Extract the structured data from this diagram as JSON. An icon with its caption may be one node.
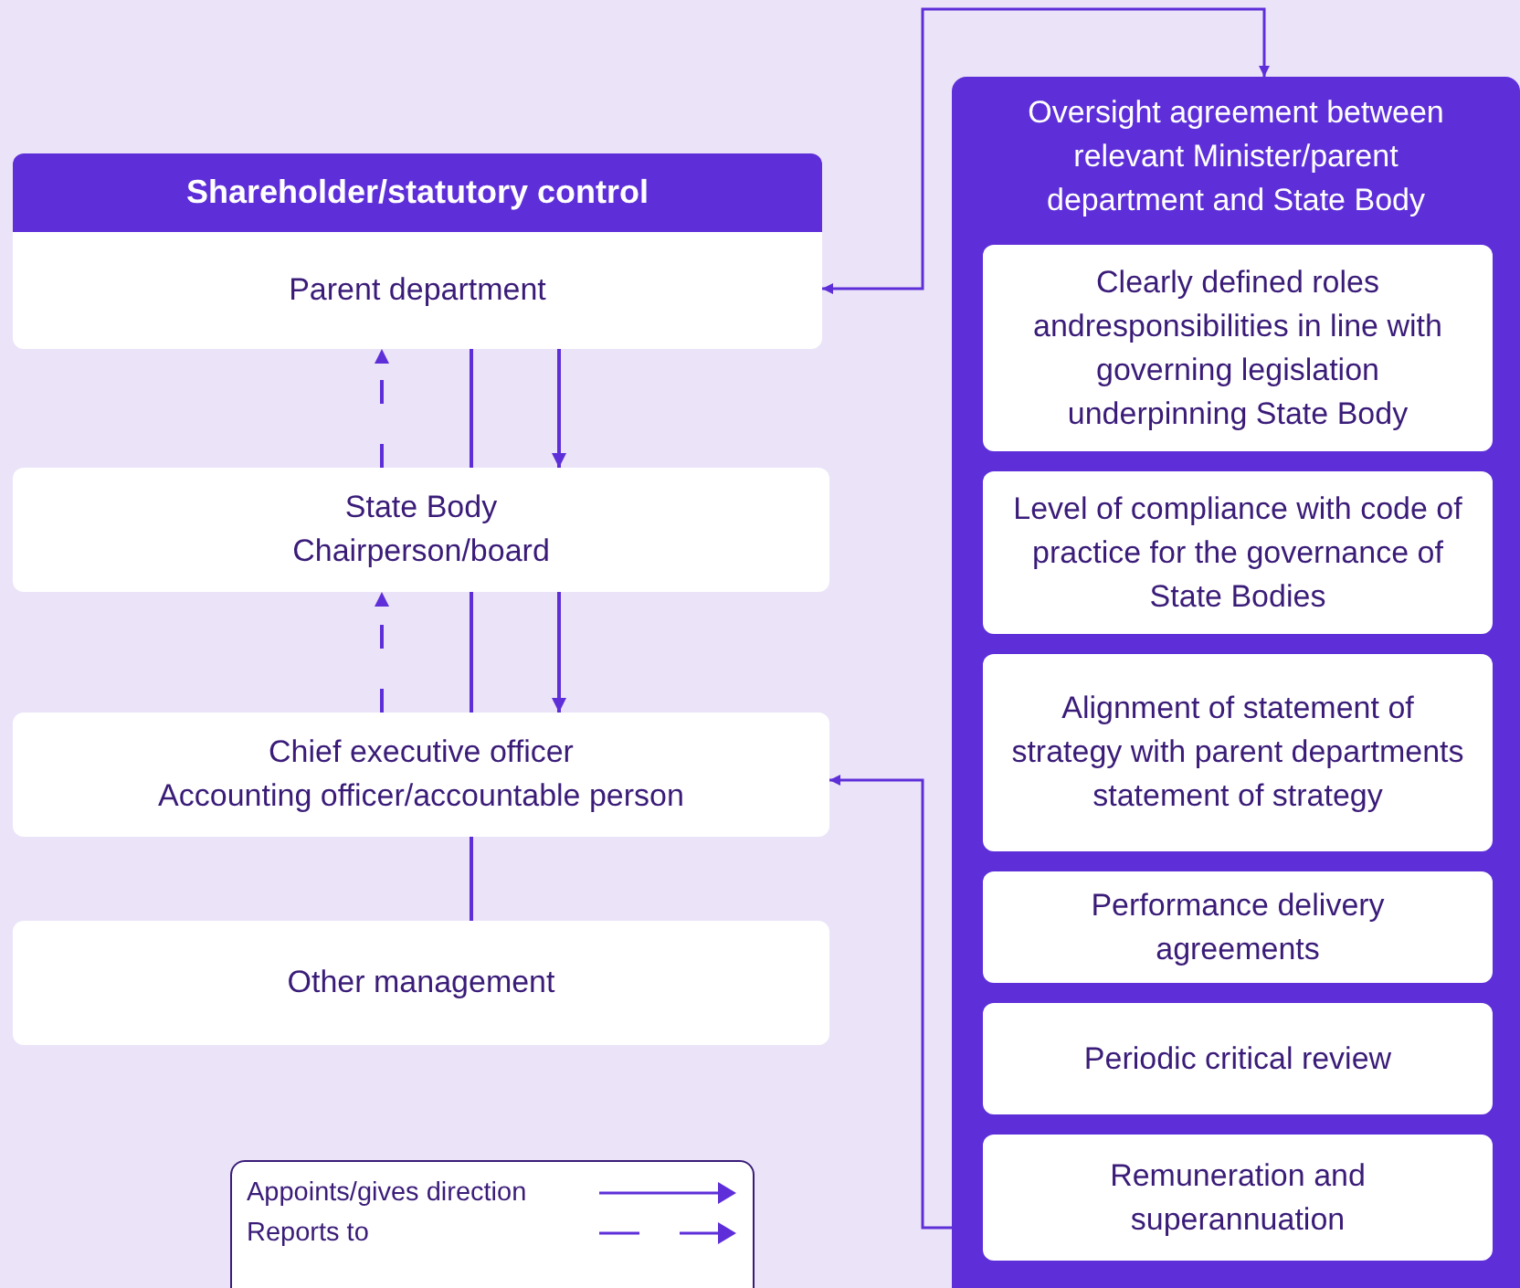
{
  "diagram": {
    "nodes": [
      {
        "text": [
          "Shareholder/statutory control",
          "Parent department"
        ]
      },
      {
        "text": [
          "State Body",
          "Chairperson/board"
        ]
      },
      {
        "text": [
          "Chief executive officer",
          "Accounting officer/accountable person"
        ]
      },
      {
        "text": [
          "Other management"
        ]
      },
      {
        "text": [
          "Oversight agreement between relevant Minister/parent department and State Body"
        ]
      },
      {
        "text": [
          "Clearly defined roles andresponsibilities in line with governing legislation underpinning State Body"
        ],
        "in": 4
      },
      {
        "text": [
          "Level of compliance with code of practice for the governance of State Bodies"
        ],
        "in": 4
      },
      {
        "text": [
          "Alignment of statement of strategy with parent departments statement of strategy"
        ],
        "in": 4
      },
      {
        "text": [
          "Performance delivery agreements"
        ],
        "in": 4
      },
      {
        "text": [
          "Periodic critical review"
        ],
        "in": 4
      },
      {
        "text": [
          "Remuneration and superannuation"
        ],
        "in": 4
      }
    ],
    "edges": [
      {
        "from": 0,
        "to": 1,
        "arrow": "none"
      },
      {
        "from": 1,
        "to": 2,
        "arrow": "none"
      },
      {
        "from": 2,
        "to": 3,
        "arrow": "none"
      },
      {
        "from": 0,
        "to": 1,
        "arrow": "to"
      },
      {
        "from": 1,
        "to": 0,
        "arrow": "to",
        "style": "dashed"
      },
      {
        "from": 1,
        "to": 2,
        "arrow": "to"
      },
      {
        "from": 2,
        "to": 1,
        "arrow": "to",
        "style": "dashed"
      },
      {
        "from": 0,
        "to": 4,
        "arrow": "both"
      },
      {
        "from": 4,
        "to": 2,
        "arrow": "to"
      }
    ],
    "legend": [
      {
        "text": "Appoints/gives direction"
      },
      {
        "text": "Reports to"
      }
    ]
  }
}
